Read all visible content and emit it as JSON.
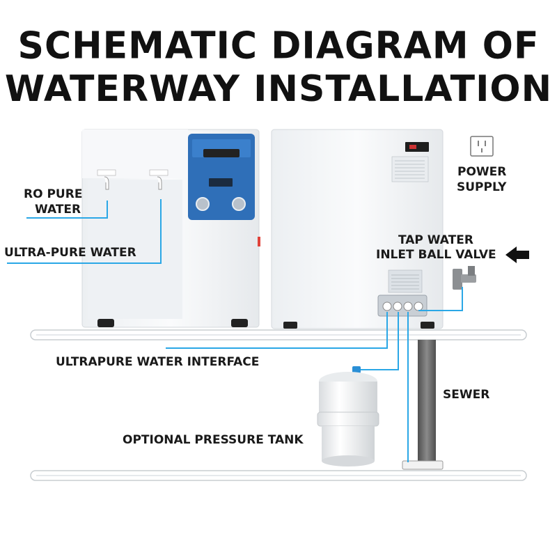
{
  "title": {
    "line1": "SCHEMATIC DIAGRAM OF",
    "line2": "WATERWAY INSTALLATION"
  },
  "labels": {
    "ro_pure_water_1": "RO PURE",
    "ro_pure_water_2": "WATER",
    "ultra_pure_water": "ULTRA-PURE WATER",
    "power_supply_1": "POWER",
    "power_supply_2": "SUPPLY",
    "tap_water_1": "TAP WATER",
    "tap_water_2": "INLET BALL VALVE",
    "ultrapure_interface": "ULTRAPURE WATER INTERFACE",
    "sewer": "SEWER",
    "pressure_tank": "OPTIONAL PRESSURE TANK"
  },
  "icons": {
    "power_socket": "power-socket-icon",
    "arrow": "left-arrow-icon"
  },
  "colors": {
    "line_blue": "#2aa7e6",
    "panel_blue": "#2f6fb8",
    "cabinet": "#f4f6f8",
    "shelf": "#dfe3e6",
    "drain_pipe": "#6d6d6d"
  }
}
